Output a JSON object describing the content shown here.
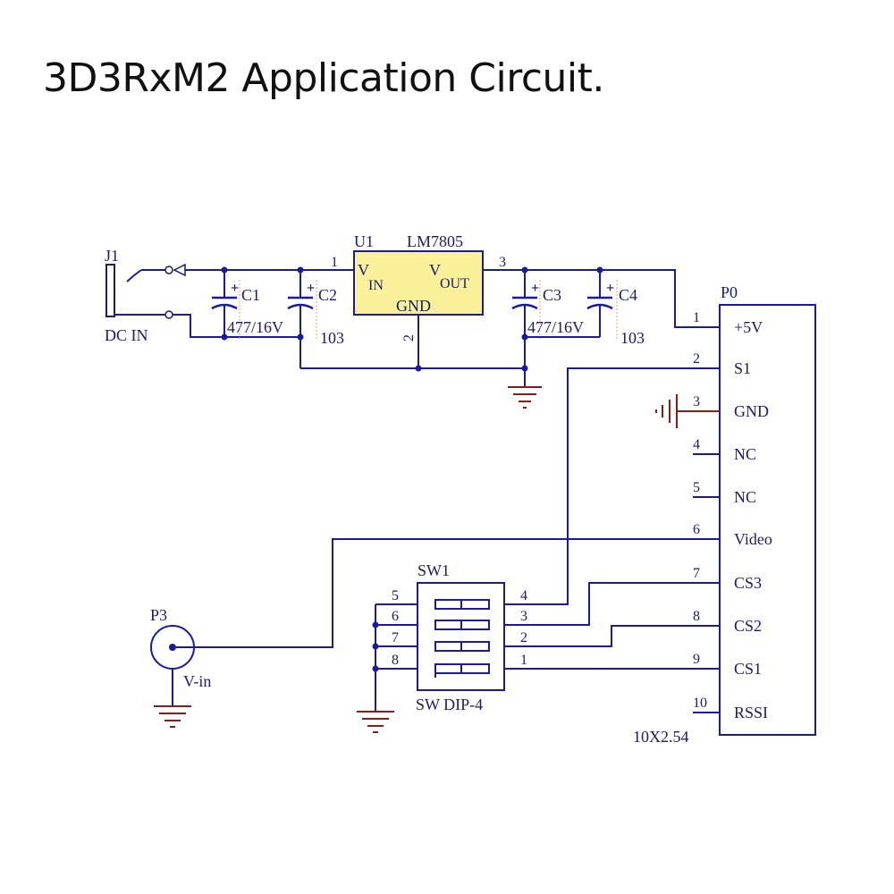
{
  "title": "3D3RxM2 Application Circuit.",
  "colors": {
    "wire": "#1a1aa0",
    "ground": "#8b1a1a",
    "regulator_fill": "#fbf09a",
    "text": "#1a1a6e"
  },
  "j1": {
    "ref": "J1",
    "name": "DC IN"
  },
  "caps": [
    {
      "ref": "C1",
      "value": "477/16V"
    },
    {
      "ref": "C2",
      "value": "103"
    },
    {
      "ref": "C3",
      "value": "477/16V"
    },
    {
      "ref": "C4",
      "value": "103"
    }
  ],
  "u1": {
    "ref": "U1",
    "part": "LM7805",
    "vin": "V",
    "vin_sub": "IN",
    "vout": "V",
    "vout_sub": "OUT",
    "gnd": "GND",
    "pin_in": "1",
    "pin_out": "3",
    "pin_gnd": "2"
  },
  "p0": {
    "ref": "P0",
    "footprint": "10X2.54",
    "pins": [
      {
        "num": "1",
        "name": "+5V"
      },
      {
        "num": "2",
        "name": "S1"
      },
      {
        "num": "3",
        "name": "GND"
      },
      {
        "num": "4",
        "name": "NC"
      },
      {
        "num": "5",
        "name": "NC"
      },
      {
        "num": "6",
        "name": "Video"
      },
      {
        "num": "7",
        "name": "CS3"
      },
      {
        "num": "8",
        "name": "CS2"
      },
      {
        "num": "9",
        "name": "CS1"
      },
      {
        "num": "10",
        "name": "RSSI"
      }
    ]
  },
  "sw1": {
    "ref": "SW1",
    "name": "SW DIP-4",
    "left_pins": [
      "5",
      "6",
      "7",
      "8"
    ],
    "right_pins": [
      "4",
      "3",
      "2",
      "1"
    ]
  },
  "p3": {
    "ref": "P3",
    "name": "V-in"
  }
}
